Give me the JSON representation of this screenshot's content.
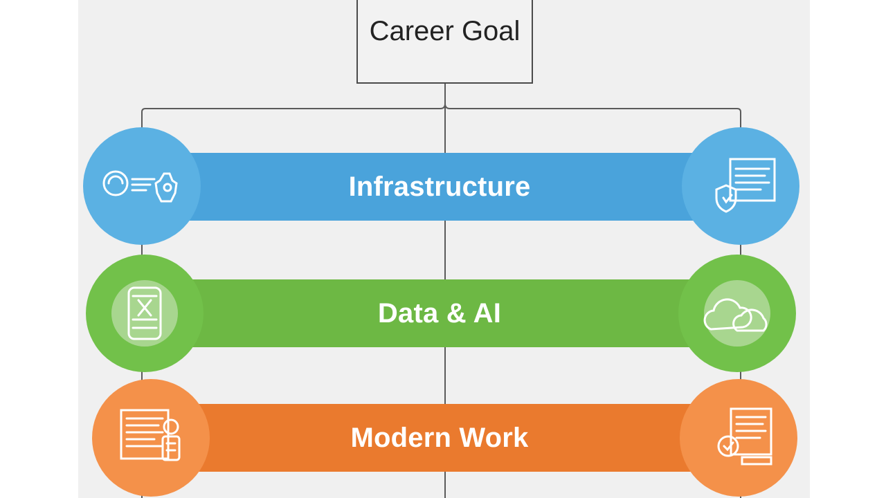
{
  "goal": {
    "label": "Career Goal"
  },
  "tracks": [
    {
      "label": "Infrastructure",
      "band_color": "#4aa3db",
      "circle_color": "#5bb1e3",
      "left_icon": "network-config-icon",
      "right_icon": "security-document-icon"
    },
    {
      "label": "Data & AI",
      "band_color": "#6db844",
      "circle_color": "#72c14a",
      "left_icon": "database-icon",
      "right_icon": "cloud-icon"
    },
    {
      "label": "Modern Work",
      "band_color": "#ea7a2e",
      "circle_color": "#f4914a",
      "left_icon": "document-icon",
      "right_icon": "document-badge-icon"
    }
  ]
}
